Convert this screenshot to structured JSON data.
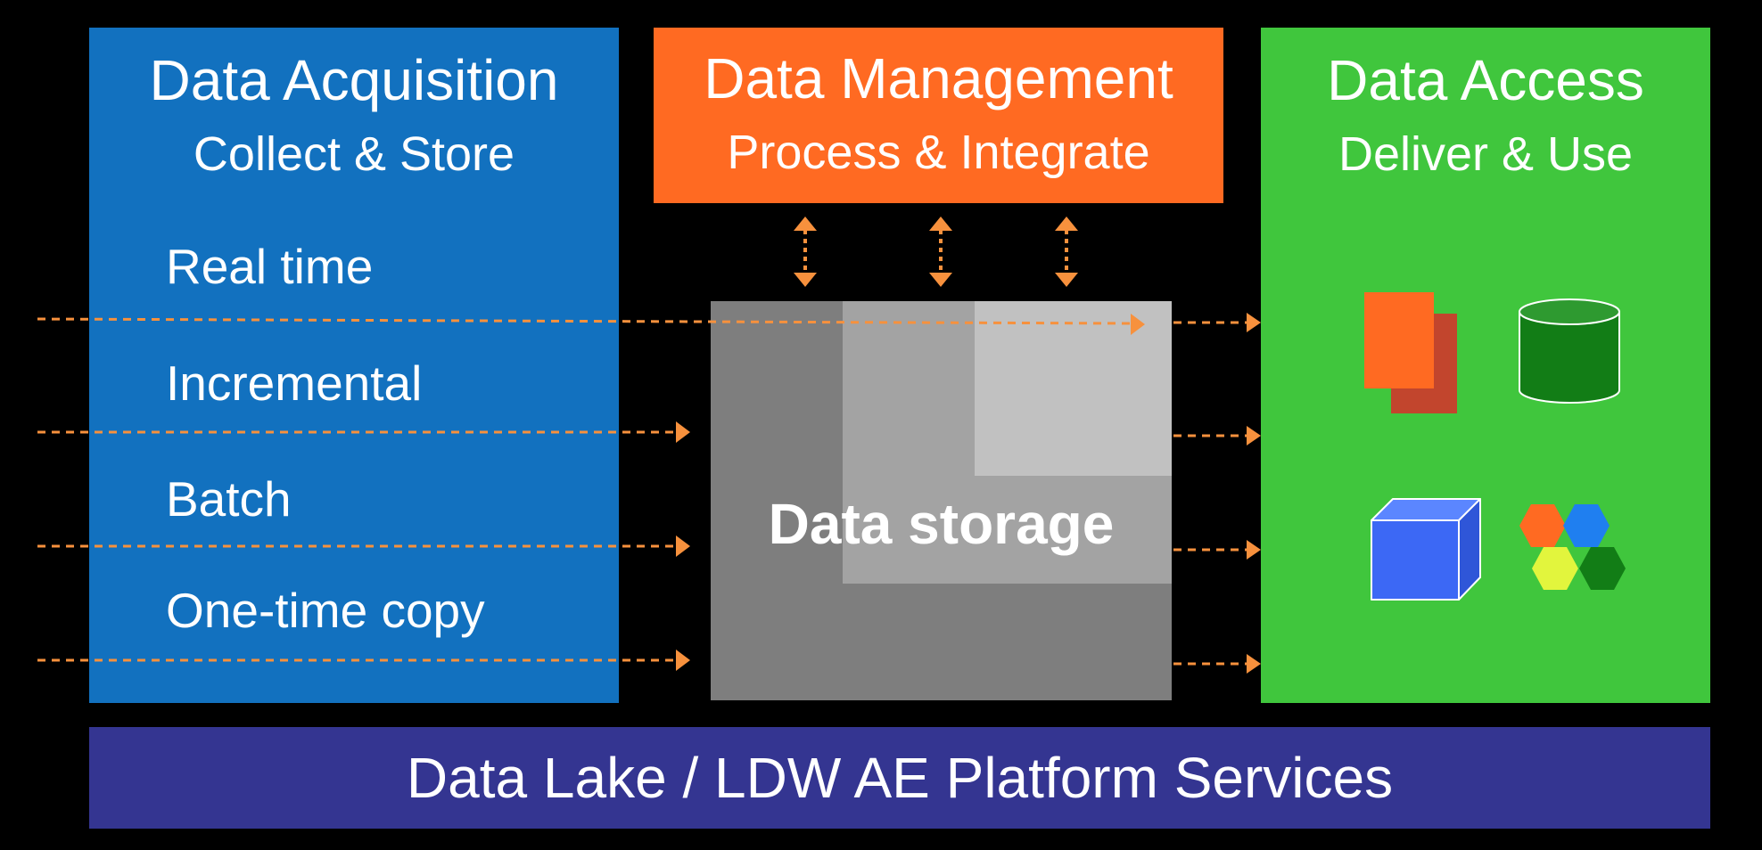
{
  "acquisition": {
    "title": "Data Acquisition",
    "subtitle": "Collect & Store",
    "items": [
      "Real time",
      "Incremental",
      "Batch",
      "One-time copy"
    ]
  },
  "management": {
    "title": "Data Management",
    "subtitle": "Process & Integrate"
  },
  "access": {
    "title": "Data Access",
    "subtitle": "Deliver & Use",
    "icons": [
      "documents-icon",
      "database-icon",
      "cube-icon",
      "hexagons-icon"
    ]
  },
  "storage": {
    "label": "Data storage"
  },
  "platform": {
    "label": "Data Lake / LDW  AE Platform Services"
  },
  "colors": {
    "acquisition": "#1271bf",
    "management": "#ff6a22",
    "access": "#40c63d",
    "platform": "#343591",
    "arrow": "#f7913d"
  }
}
